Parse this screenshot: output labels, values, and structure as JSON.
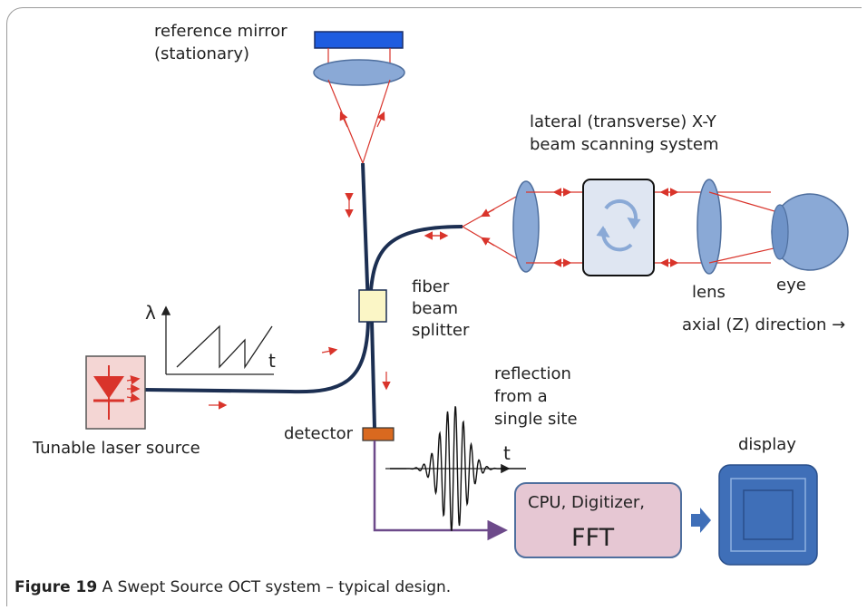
{
  "labels": {
    "reference_mirror_1": "reference mirror",
    "reference_mirror_2": "(stationary)",
    "lateral_1": "lateral  (transverse) X-Y",
    "lateral_2": "beam scanning system",
    "lens": "lens",
    "eye": "eye",
    "axial": "axial (Z) direction →",
    "fiber_1": "fiber",
    "fiber_2": "beam",
    "fiber_3": "splitter",
    "lambda": "λ",
    "t_sweep": "t",
    "laser": "Tunable laser source",
    "detector": "detector",
    "reflection_1": "reflection",
    "reflection_2": "from a",
    "reflection_3": "single site",
    "t_signal": "t",
    "cpu_1": "CPU, Digitizer,",
    "cpu_2": "FFT",
    "display": "display"
  },
  "caption": {
    "label": "Figure 19",
    "text": " A Swept Source OCT system – typical design."
  },
  "colors": {
    "fiber": "#1c2f52",
    "beam": "#d9342b",
    "mirror": "#1e5ce0",
    "optics": "#8aa9d6",
    "splitter": "#fbf6c6",
    "detector": "#d9691f",
    "cpu_box": "#e6c7d3",
    "display": "#3f6fb8",
    "signal_line": "#6d4a8a",
    "laser_box": "#f4d6d4"
  }
}
